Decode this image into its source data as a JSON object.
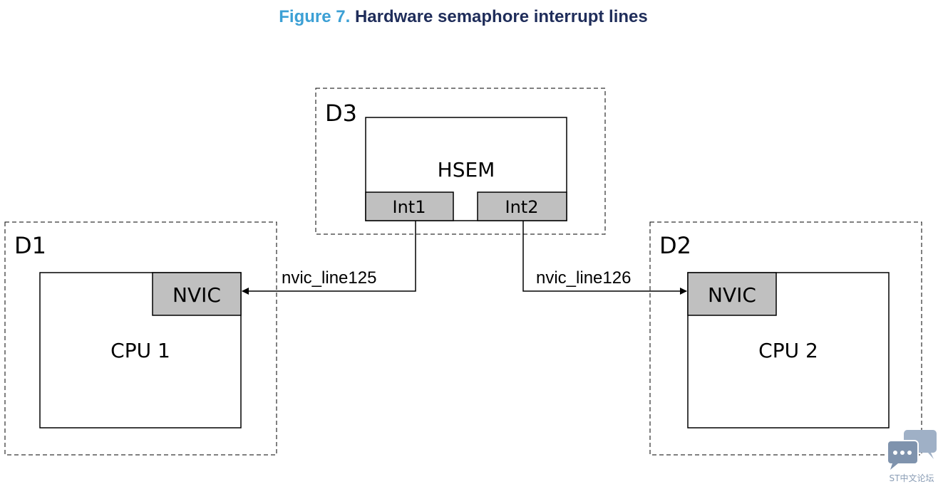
{
  "caption": {
    "number": "Figure 7.",
    "title": "Hardware semaphore interrupt lines"
  },
  "domains": {
    "d3": {
      "label": "D3",
      "block": "HSEM",
      "ports": [
        "Int1",
        "Int2"
      ]
    },
    "d1": {
      "label": "D1",
      "cpu": "CPU 1",
      "nvic": "NVIC"
    },
    "d2": {
      "label": "D2",
      "cpu": "CPU 2",
      "nvic": "NVIC"
    }
  },
  "connections": [
    {
      "from": "Int1",
      "to": "CPU 1 NVIC",
      "label": "nvic_line125"
    },
    {
      "from": "Int2",
      "to": "CPU 2 NVIC",
      "label": "nvic_line126"
    }
  ],
  "watermark": {
    "text": "ST中文论坛",
    "icon": "chat-bubbles-icon"
  },
  "colors": {
    "caption_number": "#3ca0d5",
    "caption_title": "#1f2d5a",
    "block_fill": "#c0c0c0",
    "watermark": "#8a9db5"
  }
}
